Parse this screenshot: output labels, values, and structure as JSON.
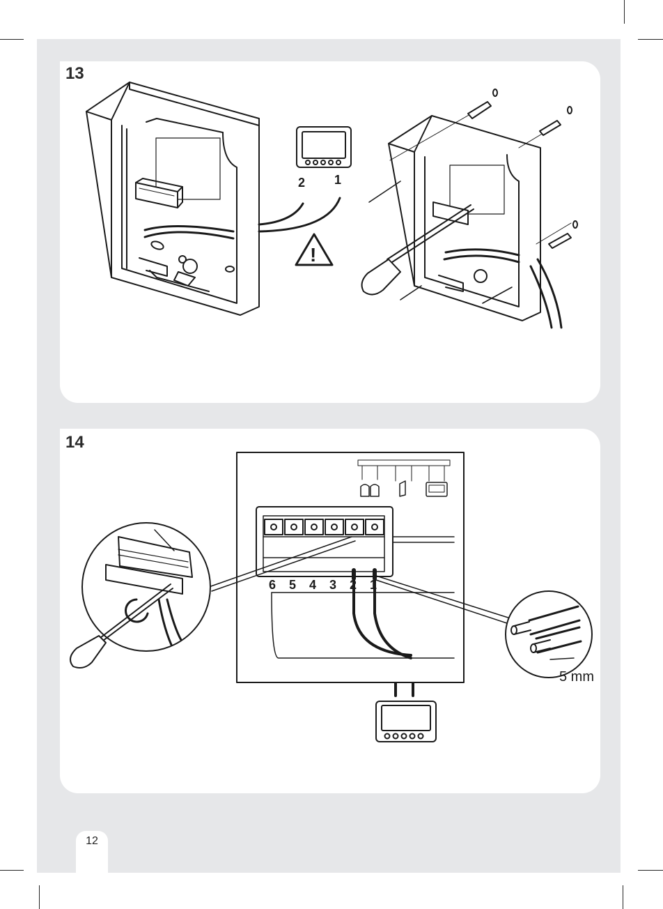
{
  "steps": [
    {
      "number": "13"
    },
    {
      "number": "14"
    }
  ],
  "step13": {
    "monitor_wire_labels": [
      "2",
      "1"
    ],
    "warning_symbol": "!"
  },
  "step14": {
    "terminal_numbers": [
      "6",
      "5",
      "4",
      "3",
      "2",
      "1"
    ],
    "strip_length_label": "5 mm",
    "icons": [
      "gate-icon",
      "door-lock-icon",
      "monitor-icon"
    ]
  },
  "footer": {
    "page_number": "12"
  }
}
